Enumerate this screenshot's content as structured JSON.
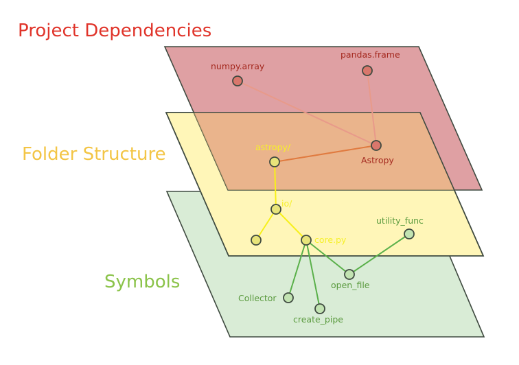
{
  "titles": {
    "dependencies": "Project Dependencies",
    "folders": "Folder Structure",
    "symbols": "Symbols"
  },
  "colors": {
    "dependencies_title": "#e0342a",
    "folders_title": "#f3c545",
    "symbols_title": "#8bc34a",
    "dependencies_plane": "#dfa0a3",
    "folders_plane": "#fff6b8",
    "symbols_plane": "#d9ecd6",
    "dependency_edge": "#e89a8a",
    "dependency_edge_dark": "#e07a3f",
    "folder_edge": "#f7f01a",
    "symbol_edge": "#5ab04a",
    "node_dependency": "#d9776c",
    "node_folder": "#e8e47a",
    "node_symbol": "#c2e3b2",
    "label_dependency": "#a4281e",
    "label_folder": "#f6f02a",
    "label_symbol": "#5a9a3e"
  },
  "nodes": {
    "numpy_array": "numpy.array",
    "pandas_frame": "pandas.frame",
    "astropy_pkg": "Astropy",
    "astropy_dir": "astropy/",
    "io_dir": "io/",
    "core_py": "core.py",
    "utility_func": "utility_func",
    "open_file": "open_file",
    "collector": "Collector",
    "create_pipe": "create_pipe"
  }
}
